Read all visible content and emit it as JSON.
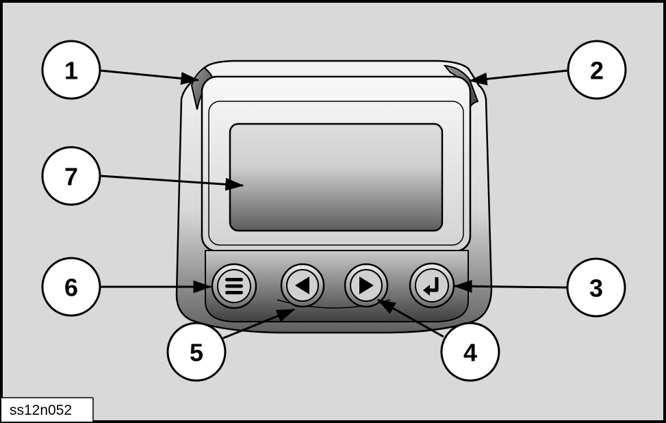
{
  "figure": {
    "reference_code": "ss12n052",
    "colors": {
      "background": "#d9d9d9",
      "frame": "#000000",
      "housing_light": "#e3e3e3",
      "housing_dark": "#595959",
      "screen_top": "#dcdcdc",
      "screen_bottom": "#606060"
    }
  },
  "device": {
    "buttons": [
      {
        "id": "menu",
        "icon": "menu-icon"
      },
      {
        "id": "left",
        "icon": "arrow-left-icon"
      },
      {
        "id": "right",
        "icon": "arrow-right-icon"
      },
      {
        "id": "enter",
        "icon": "enter-return-icon"
      }
    ],
    "side_lights": [
      "left-indicator-lamp",
      "right-indicator-lamp"
    ]
  },
  "callouts": [
    {
      "number": "1",
      "target": "left-indicator-lamp"
    },
    {
      "number": "2",
      "target": "right-indicator-lamp"
    },
    {
      "number": "3",
      "target": "enter-button"
    },
    {
      "number": "4",
      "target": "right-arrow-button"
    },
    {
      "number": "5",
      "target": "left-arrow-button"
    },
    {
      "number": "6",
      "target": "menu-button"
    },
    {
      "number": "7",
      "target": "display-screen"
    }
  ]
}
